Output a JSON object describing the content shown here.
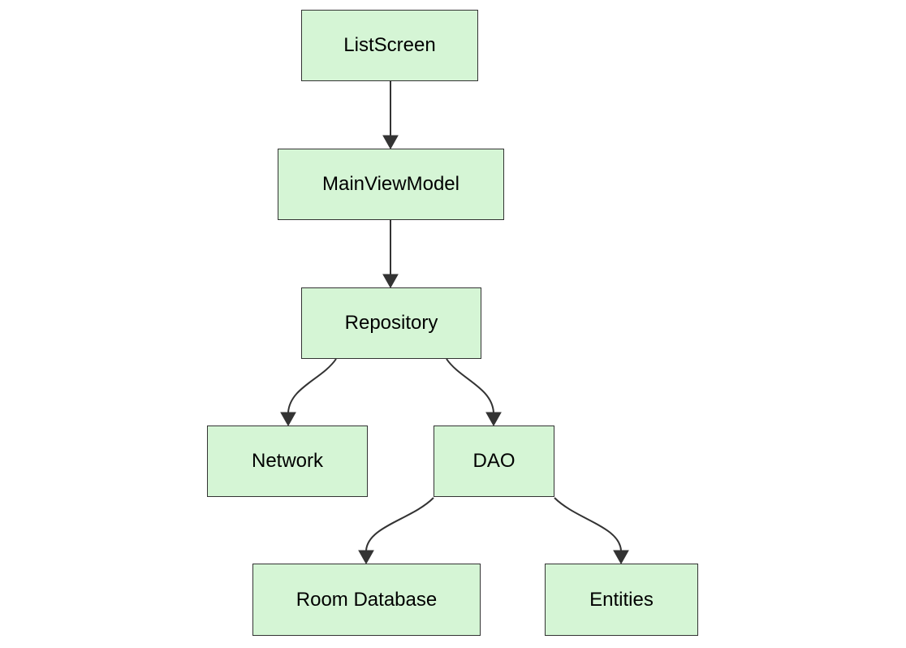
{
  "diagram": {
    "type": "flowchart",
    "direction": "top-down",
    "colors": {
      "background": "#ffffff",
      "node_fill": "#d5f5d5",
      "node_border": "#333333",
      "edge": "#333333",
      "text": "#000000"
    },
    "nodes": [
      {
        "id": "listscreen",
        "label": "ListScreen"
      },
      {
        "id": "mainviewmodel",
        "label": "MainViewModel"
      },
      {
        "id": "repository",
        "label": "Repository"
      },
      {
        "id": "network",
        "label": "Network"
      },
      {
        "id": "dao",
        "label": "DAO"
      },
      {
        "id": "roomdatabase",
        "label": "Room Database"
      },
      {
        "id": "entities",
        "label": "Entities"
      }
    ],
    "edges": [
      {
        "from": "ListScreen",
        "to": "MainViewModel"
      },
      {
        "from": "MainViewModel",
        "to": "Repository"
      },
      {
        "from": "Repository",
        "to": "Network"
      },
      {
        "from": "Repository",
        "to": "DAO"
      },
      {
        "from": "DAO",
        "to": "Room Database"
      },
      {
        "from": "DAO",
        "to": "Entities"
      }
    ]
  }
}
